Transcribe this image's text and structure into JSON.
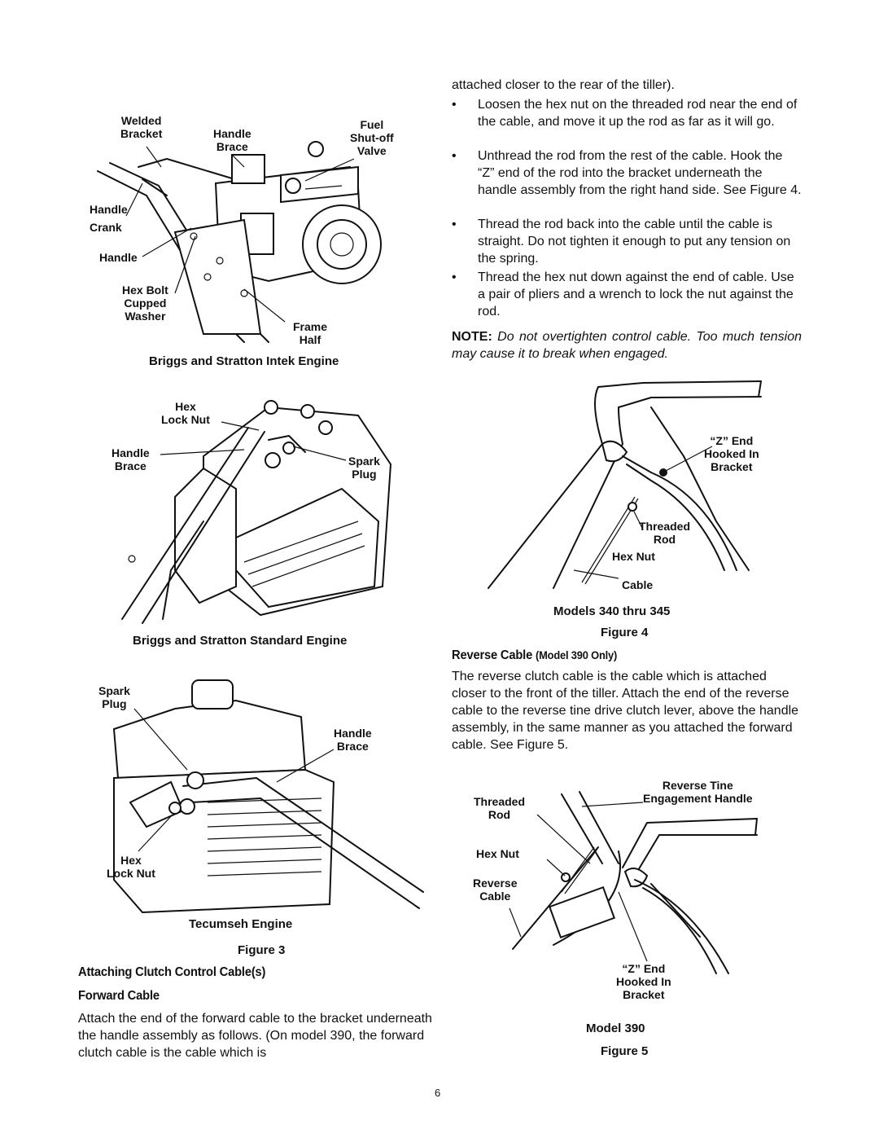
{
  "figure3": {
    "intek": {
      "labels": {
        "welded_bracket": "Welded\nBracket",
        "handle_brace": "Handle\nBrace",
        "fuel_valve": "Fuel\nShut-off\nValve",
        "handle_crank": "Handle\nCrank",
        "handle": "Handle",
        "hex_bolt": "Hex Bolt\nCupped\nWasher",
        "frame_half": "Frame\nHalf"
      },
      "caption": "Briggs and Stratton Intek Engine"
    },
    "standard": {
      "labels": {
        "hex_lock_nut": "Hex\nLock Nut",
        "handle_brace": "Handle\nBrace",
        "spark_plug": "Spark\nPlug"
      },
      "caption": "Briggs and Stratton Standard Engine"
    },
    "tecumseh": {
      "labels": {
        "spark_plug": "Spark\nPlug",
        "handle_brace": "Handle\nBrace",
        "hex_lock_nut": "Hex\nLock Nut"
      },
      "caption": "Tecumseh Engine"
    },
    "figure_label": "Figure 3"
  },
  "left_text": {
    "heading1": "Attaching Clutch Control Cable(s)",
    "heading2": "Forward Cable",
    "paragraph": "Attach the end of the forward cable to the bracket underneath the handle assembly as follows. (On model 390, the forward clutch cable is the cable which is"
  },
  "right_text": {
    "intro": "attached closer to the rear of the tiller).",
    "bullets": [
      "Loosen the hex nut on the threaded rod near the end of the cable, and move it up the rod as far as it will go.",
      "Unthread the rod from the rest of the cable. Hook the “Z” end of the rod into the bracket underneath the handle assembly from the right hand side. See Figure 4.",
      "Thread the rod back into the cable until the cable is straight. Do not tighten it enough to put any tension on the spring.",
      "Thread the hex nut down against the end of cable. Use a pair of pliers and a wrench to lock the nut against the rod."
    ],
    "note_label": "NOTE:",
    "note_text": "Do not overtighten control cable. Too much tension may cause it to break when engaged.",
    "bullet_char": "•"
  },
  "figure4": {
    "labels": {
      "z_end": "“Z” End\nHooked In\nBracket",
      "threaded_rod": "Threaded\nRod",
      "hex_nut": "Hex Nut",
      "cable": "Cable"
    },
    "caption": "Models 340 thru 345",
    "figure_label": "Figure 4"
  },
  "reverse_section": {
    "heading_main": "Reverse Cable",
    "heading_sub": "(Model 390 Only)",
    "paragraph": "The reverse clutch cable is the cable which is attached closer to the front of the tiller. Attach the end of the reverse cable to the reverse tine drive clutch lever, above the handle assembly, in the same manner as you attached the forward cable. See Figure 5."
  },
  "figure5": {
    "labels": {
      "reverse_tine": "Reverse Tine\nEngagement Handle",
      "threaded_rod": "Threaded\nRod",
      "hex_nut": "Hex Nut",
      "reverse_cable": "Reverse\nCable",
      "z_end": "“Z” End\nHooked In\nBracket"
    },
    "caption": "Model 390",
    "figure_label": "Figure 5"
  },
  "page_number": "6"
}
